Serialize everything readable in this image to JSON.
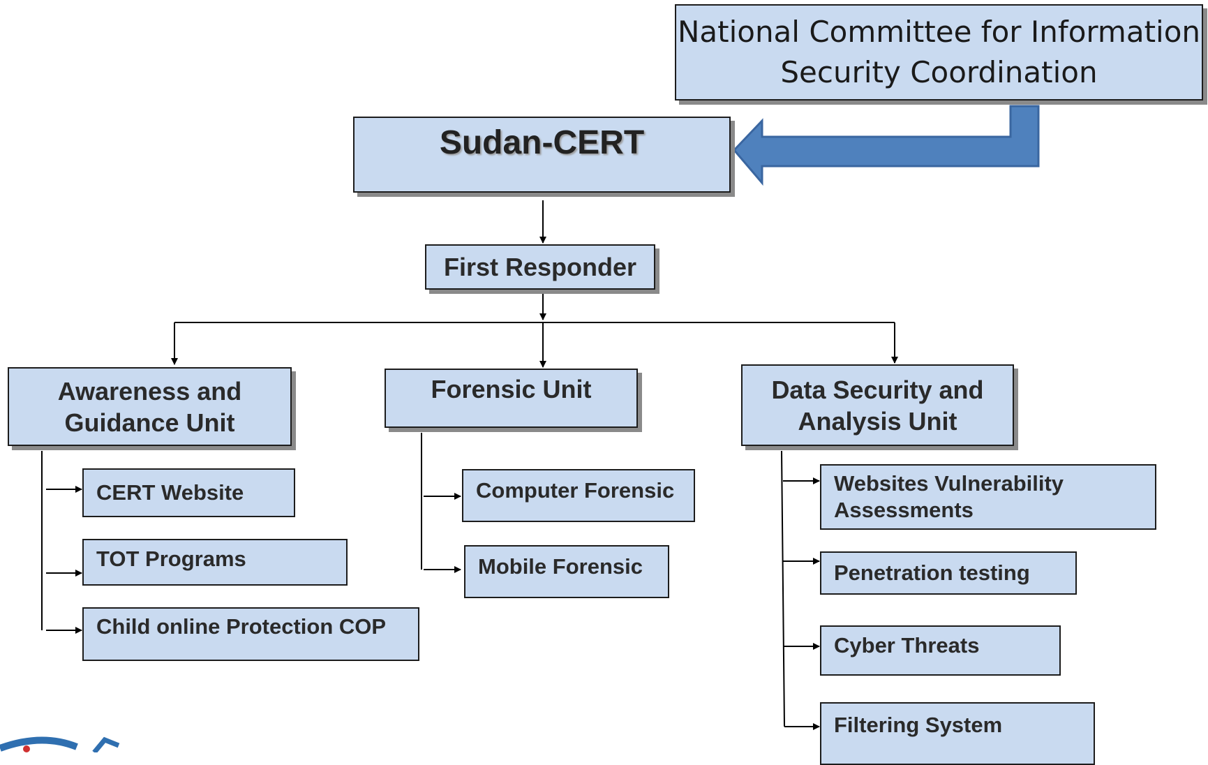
{
  "committee": {
    "label": "National Committee for Information Security Coordination"
  },
  "root": {
    "label": "Sudan-CERT"
  },
  "first_responder": {
    "label": "First Responder"
  },
  "units": [
    {
      "label": "Awareness and Guidance Unit",
      "children": [
        "CERT Website",
        "TOT Programs",
        "Child online Protection COP"
      ]
    },
    {
      "label": "Forensic Unit",
      "children": [
        "Computer Forensic",
        "Mobile Forensic"
      ]
    },
    {
      "label": "Data Security and Analysis Unit",
      "children": [
        "Websites Vulnerability Assessments",
        "Penetration testing",
        "Cyber Threats",
        "Filtering System"
      ]
    }
  ],
  "colors": {
    "box_fill": "#c9daf0",
    "big_arrow": "#4f81bd",
    "shadow": "#8a8a8a"
  }
}
